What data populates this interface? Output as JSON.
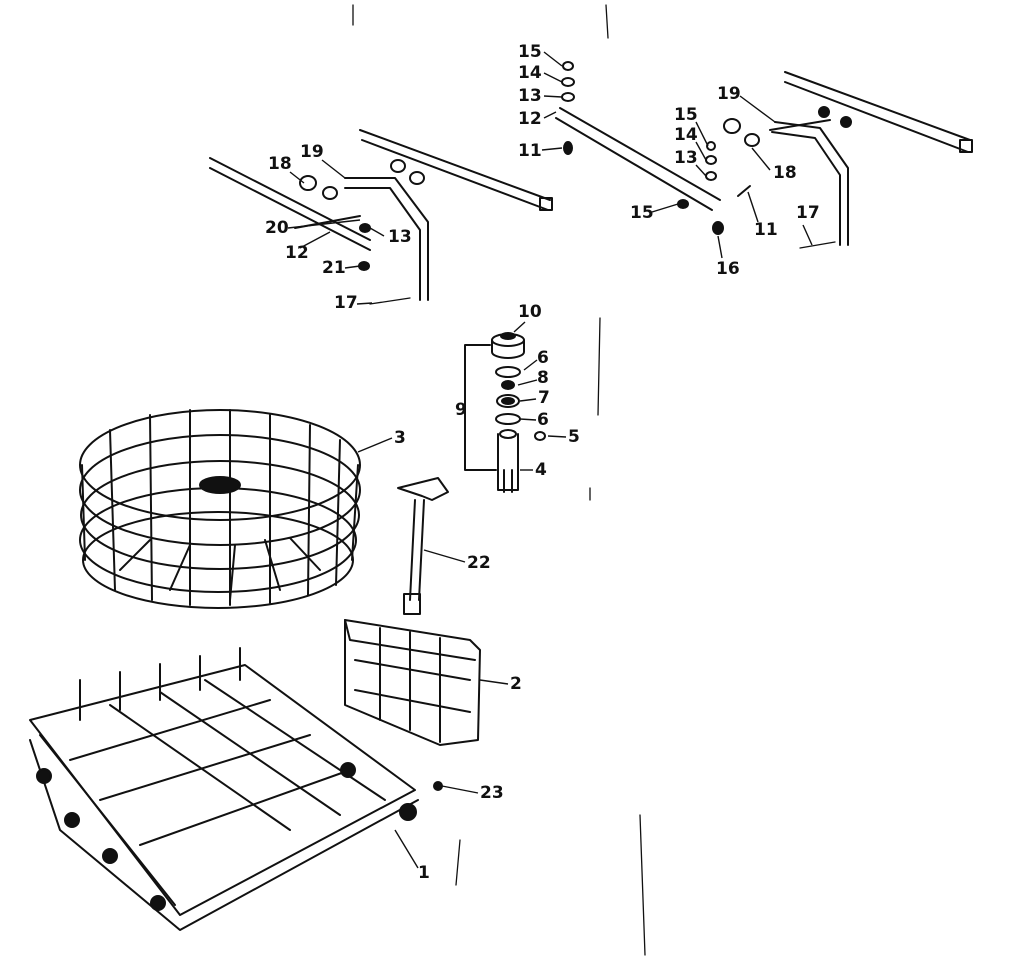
{
  "diagram": {
    "callouts": [
      "15",
      "14",
      "13",
      "12",
      "11",
      "15",
      "14",
      "13",
      "19",
      "18",
      "11",
      "15",
      "16",
      "17",
      "19",
      "18",
      "20",
      "13",
      "12",
      "21",
      "17",
      "10",
      "6",
      "8",
      "9",
      "7",
      "6",
      "5",
      "4",
      "3",
      "22",
      "2",
      "23",
      "1"
    ]
  }
}
